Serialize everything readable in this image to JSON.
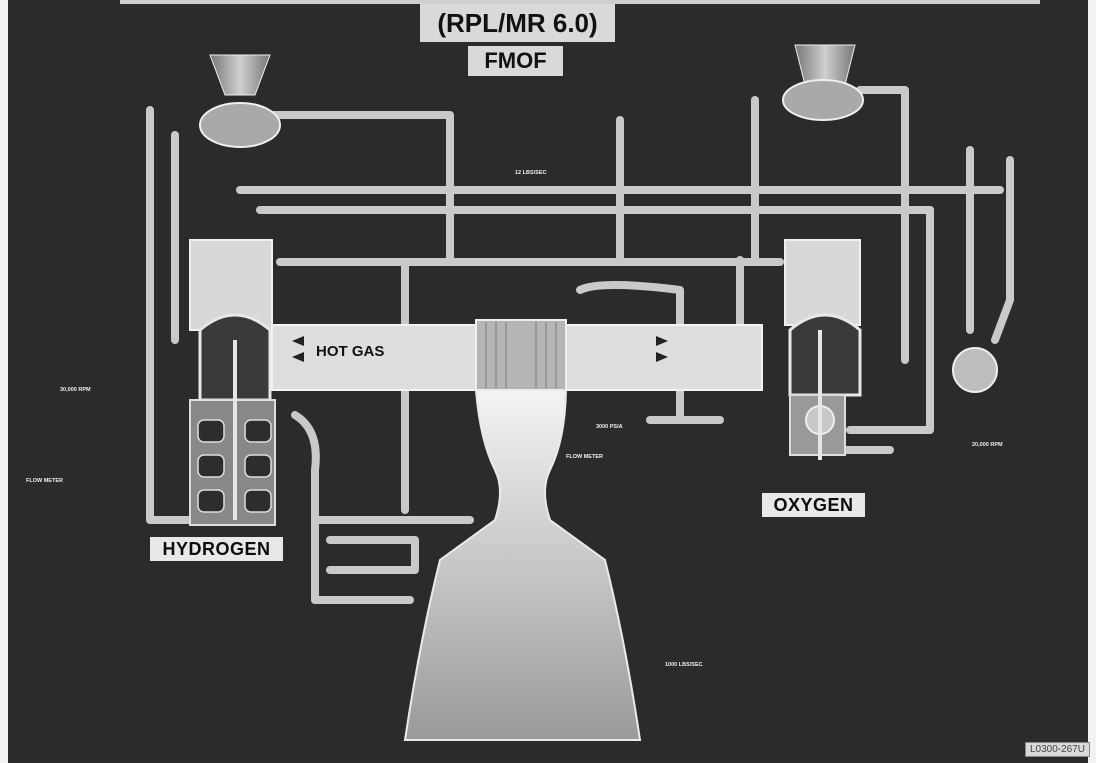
{
  "title": {
    "line1": "(RPL/MR 6.0)",
    "line2": "FMOF"
  },
  "labels": {
    "hydrogen": "HYDROGEN",
    "oxygen": "OXYGEN",
    "hot_gas": "HOT GAS",
    "left_flow_meter": "FLOW METER",
    "right_flow_meter": "FLOW METER",
    "left_rpm": "30,000 RPM",
    "right_rpm": "20,000 RPM",
    "lox_exit": "1000 LBS/SEC",
    "chamber": "3000 PSIA",
    "top_crossover": "12 LBS/SEC"
  },
  "stamp": "L0300-267U",
  "colors": {
    "background": "#2b2b2b",
    "pipe": "#d0d0d0",
    "title_box": "#d9d9d9"
  }
}
